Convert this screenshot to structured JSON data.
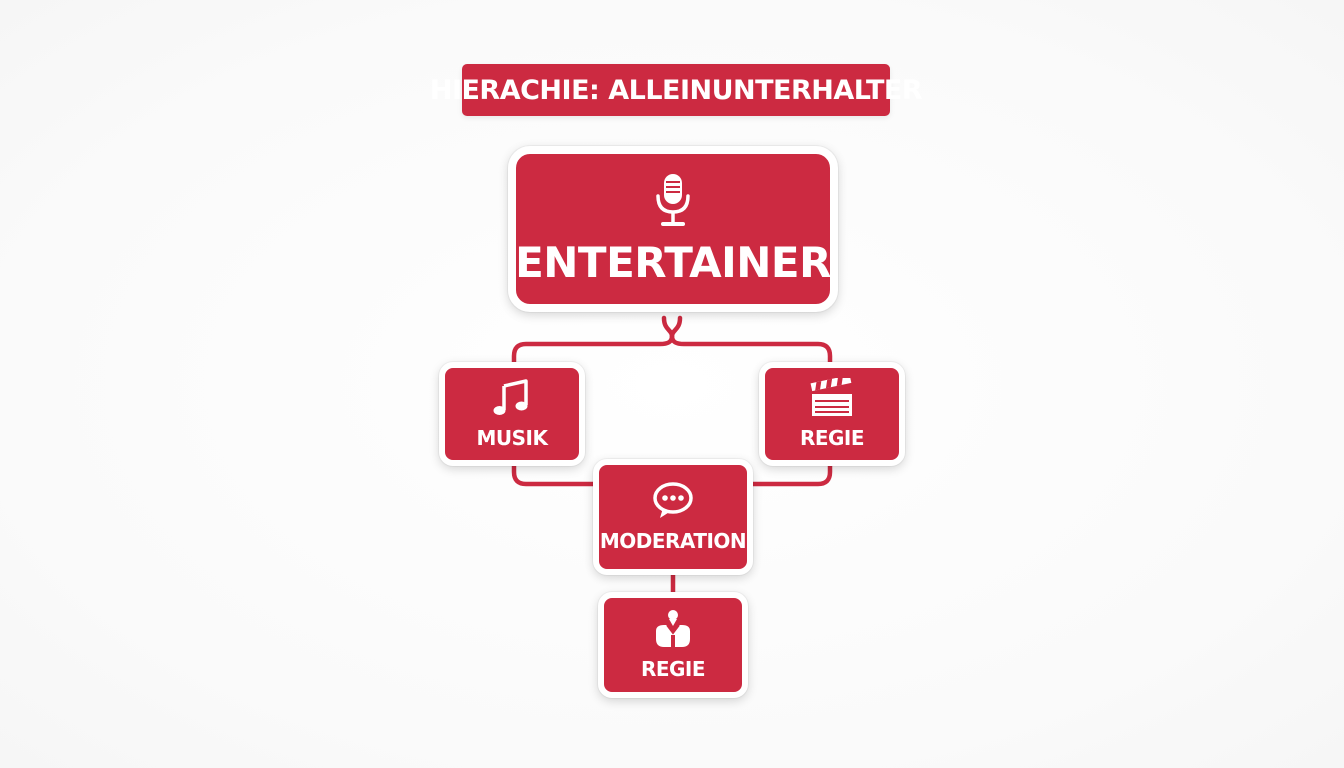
{
  "title": "HIERACHIE: ALLEINUNTERHALTER",
  "colors": {
    "accent": "#cc2a41",
    "node_text": "#ffffff",
    "node_border": "#ffffff",
    "background": "#fdfdfd"
  },
  "root": {
    "label": "ENTERTAINER",
    "icon": "microphone-icon"
  },
  "children": [
    {
      "label": "MUSIK",
      "icon": "music-note-icon"
    },
    {
      "label": "REGIE",
      "icon": "clapperboard-icon"
    },
    {
      "label": "MODERATION",
      "icon": "speech-bubble-icon"
    },
    {
      "label": "REGIE",
      "icon": "director-person-icon"
    }
  ]
}
